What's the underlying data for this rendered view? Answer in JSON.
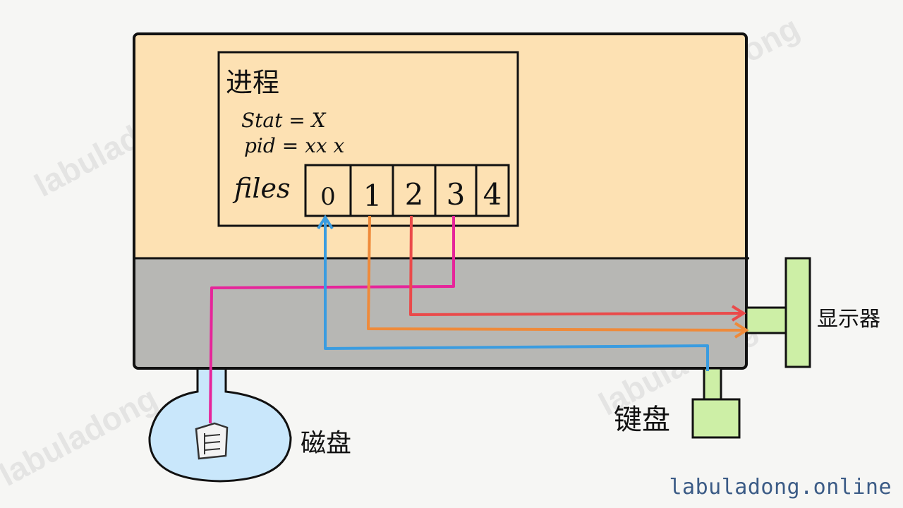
{
  "process": {
    "title": "进程",
    "stat_line": "Stat = X",
    "pid_line": "pid = xx x",
    "files_label": "files",
    "fds": [
      "0",
      "1",
      "2",
      "3",
      "4"
    ]
  },
  "devices": {
    "monitor": "显示器",
    "keyboard": "键盘",
    "disk": "磁盘"
  },
  "watermark": "labuladong",
  "footer": "labuladong.online",
  "colors": {
    "process_bg": "#fde1b3",
    "kernel_bg": "#b7b7b4",
    "device_green": "#cdefa6",
    "disk_blue": "#c9e7fb",
    "stdin_line": "#3a9ce0",
    "stdout_line": "#ef8a3a",
    "stderr_line": "#ea4a4a",
    "fd3_line": "#e6259a"
  }
}
